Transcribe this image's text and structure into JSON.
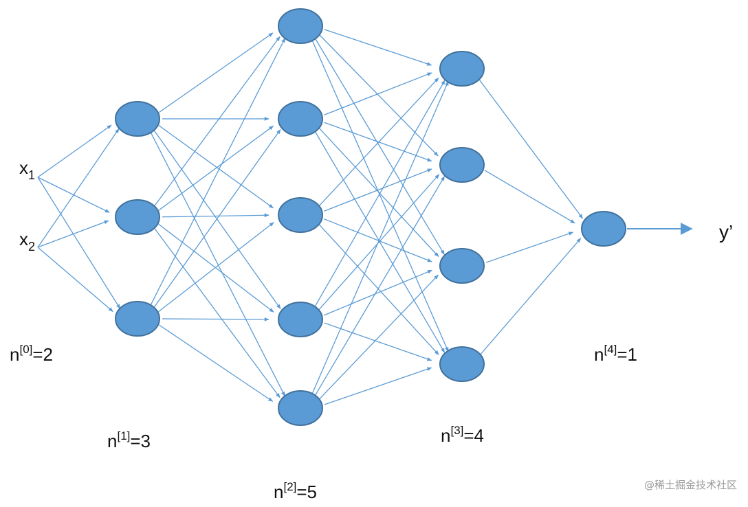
{
  "diagram": {
    "node_fill": "#5B9BD5",
    "node_stroke": "#41719C",
    "edge_color": "#5B9BD5",
    "layers": [
      {
        "count_label": {
          "n": "n",
          "sup": "[0]",
          "rest": "=2"
        },
        "size": 2
      },
      {
        "count_label": {
          "n": "n",
          "sup": "[1]",
          "rest": "=3"
        },
        "size": 3
      },
      {
        "count_label": {
          "n": "n",
          "sup": "[2]",
          "rest": "=5"
        },
        "size": 5
      },
      {
        "count_label": {
          "n": "n",
          "sup": "[3]",
          "rest": "=4"
        },
        "size": 4
      },
      {
        "count_label": {
          "n": "n",
          "sup": "[4]",
          "rest": "=1"
        },
        "size": 1
      }
    ],
    "inputs": [
      {
        "base": "x",
        "sub": "1"
      },
      {
        "base": "x",
        "sub": "2"
      }
    ],
    "output_label": "y’"
  },
  "watermark": "@稀土掘金技术社区"
}
